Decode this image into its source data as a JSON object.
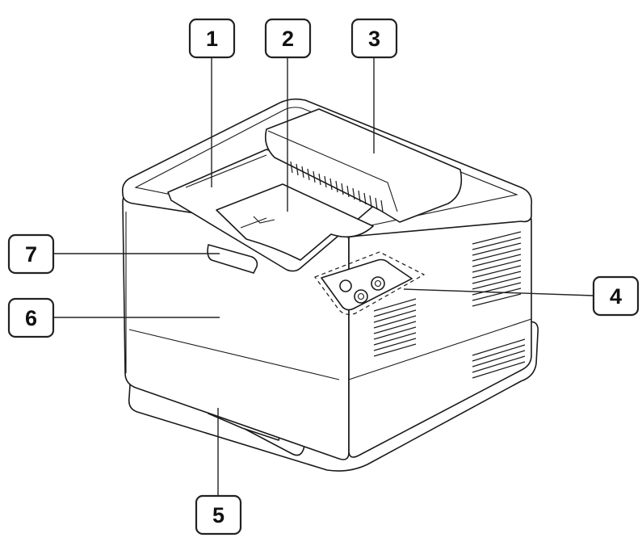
{
  "callouts": [
    {
      "id": "1",
      "label": "1"
    },
    {
      "id": "2",
      "label": "2"
    },
    {
      "id": "3",
      "label": "3"
    },
    {
      "id": "4",
      "label": "4"
    },
    {
      "id": "5",
      "label": "5"
    },
    {
      "id": "6",
      "label": "6"
    },
    {
      "id": "7",
      "label": "7"
    }
  ],
  "colors": {
    "outline": "#1a1a1a",
    "background": "#ffffff"
  }
}
